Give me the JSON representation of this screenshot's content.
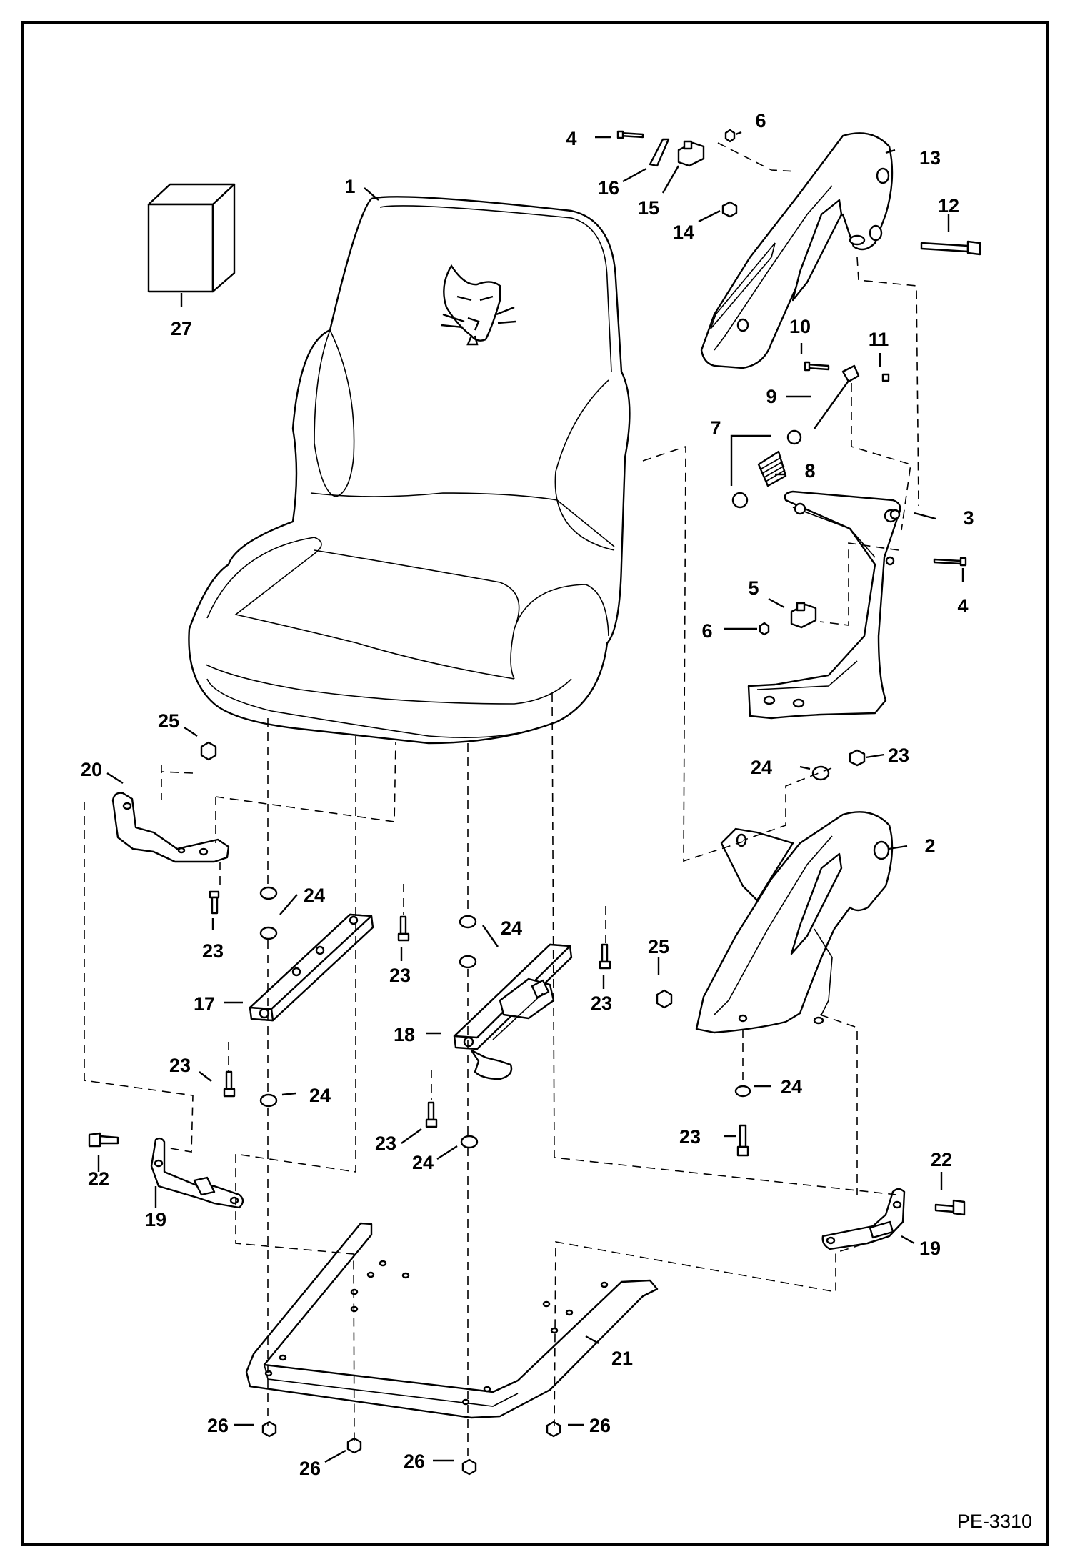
{
  "diagram": {
    "reference_code": "PE-3310",
    "callouts": [
      {
        "id": "c1",
        "label": "1"
      },
      {
        "id": "c2",
        "label": "2"
      },
      {
        "id": "c3",
        "label": "3"
      },
      {
        "id": "c4a",
        "label": "4"
      },
      {
        "id": "c4b",
        "label": "4"
      },
      {
        "id": "c5",
        "label": "5"
      },
      {
        "id": "c6a",
        "label": "6"
      },
      {
        "id": "c6b",
        "label": "6"
      },
      {
        "id": "c7",
        "label": "7"
      },
      {
        "id": "c8",
        "label": "8"
      },
      {
        "id": "c9",
        "label": "9"
      },
      {
        "id": "c10",
        "label": "10"
      },
      {
        "id": "c11",
        "label": "11"
      },
      {
        "id": "c12",
        "label": "12"
      },
      {
        "id": "c13",
        "label": "13"
      },
      {
        "id": "c14",
        "label": "14"
      },
      {
        "id": "c15",
        "label": "15"
      },
      {
        "id": "c16",
        "label": "16"
      },
      {
        "id": "c17",
        "label": "17"
      },
      {
        "id": "c18",
        "label": "18"
      },
      {
        "id": "c19a",
        "label": "19"
      },
      {
        "id": "c19b",
        "label": "19"
      },
      {
        "id": "c20",
        "label": "20"
      },
      {
        "id": "c21",
        "label": "21"
      },
      {
        "id": "c22a",
        "label": "22"
      },
      {
        "id": "c22b",
        "label": "22"
      },
      {
        "id": "c23a",
        "label": "23"
      },
      {
        "id": "c23b",
        "label": "23"
      },
      {
        "id": "c23c",
        "label": "23"
      },
      {
        "id": "c23d",
        "label": "23"
      },
      {
        "id": "c23e",
        "label": "23"
      },
      {
        "id": "c23f",
        "label": "23"
      },
      {
        "id": "c23g",
        "label": "23"
      },
      {
        "id": "c24a",
        "label": "24"
      },
      {
        "id": "c24b",
        "label": "24"
      },
      {
        "id": "c24c",
        "label": "24"
      },
      {
        "id": "c24d",
        "label": "24"
      },
      {
        "id": "c24e",
        "label": "24"
      },
      {
        "id": "c24f",
        "label": "24"
      },
      {
        "id": "c25a",
        "label": "25"
      },
      {
        "id": "c25b",
        "label": "25"
      },
      {
        "id": "c26a",
        "label": "26"
      },
      {
        "id": "c26b",
        "label": "26"
      },
      {
        "id": "c26c",
        "label": "26"
      },
      {
        "id": "c26d",
        "label": "26"
      },
      {
        "id": "c27",
        "label": "27"
      }
    ]
  }
}
